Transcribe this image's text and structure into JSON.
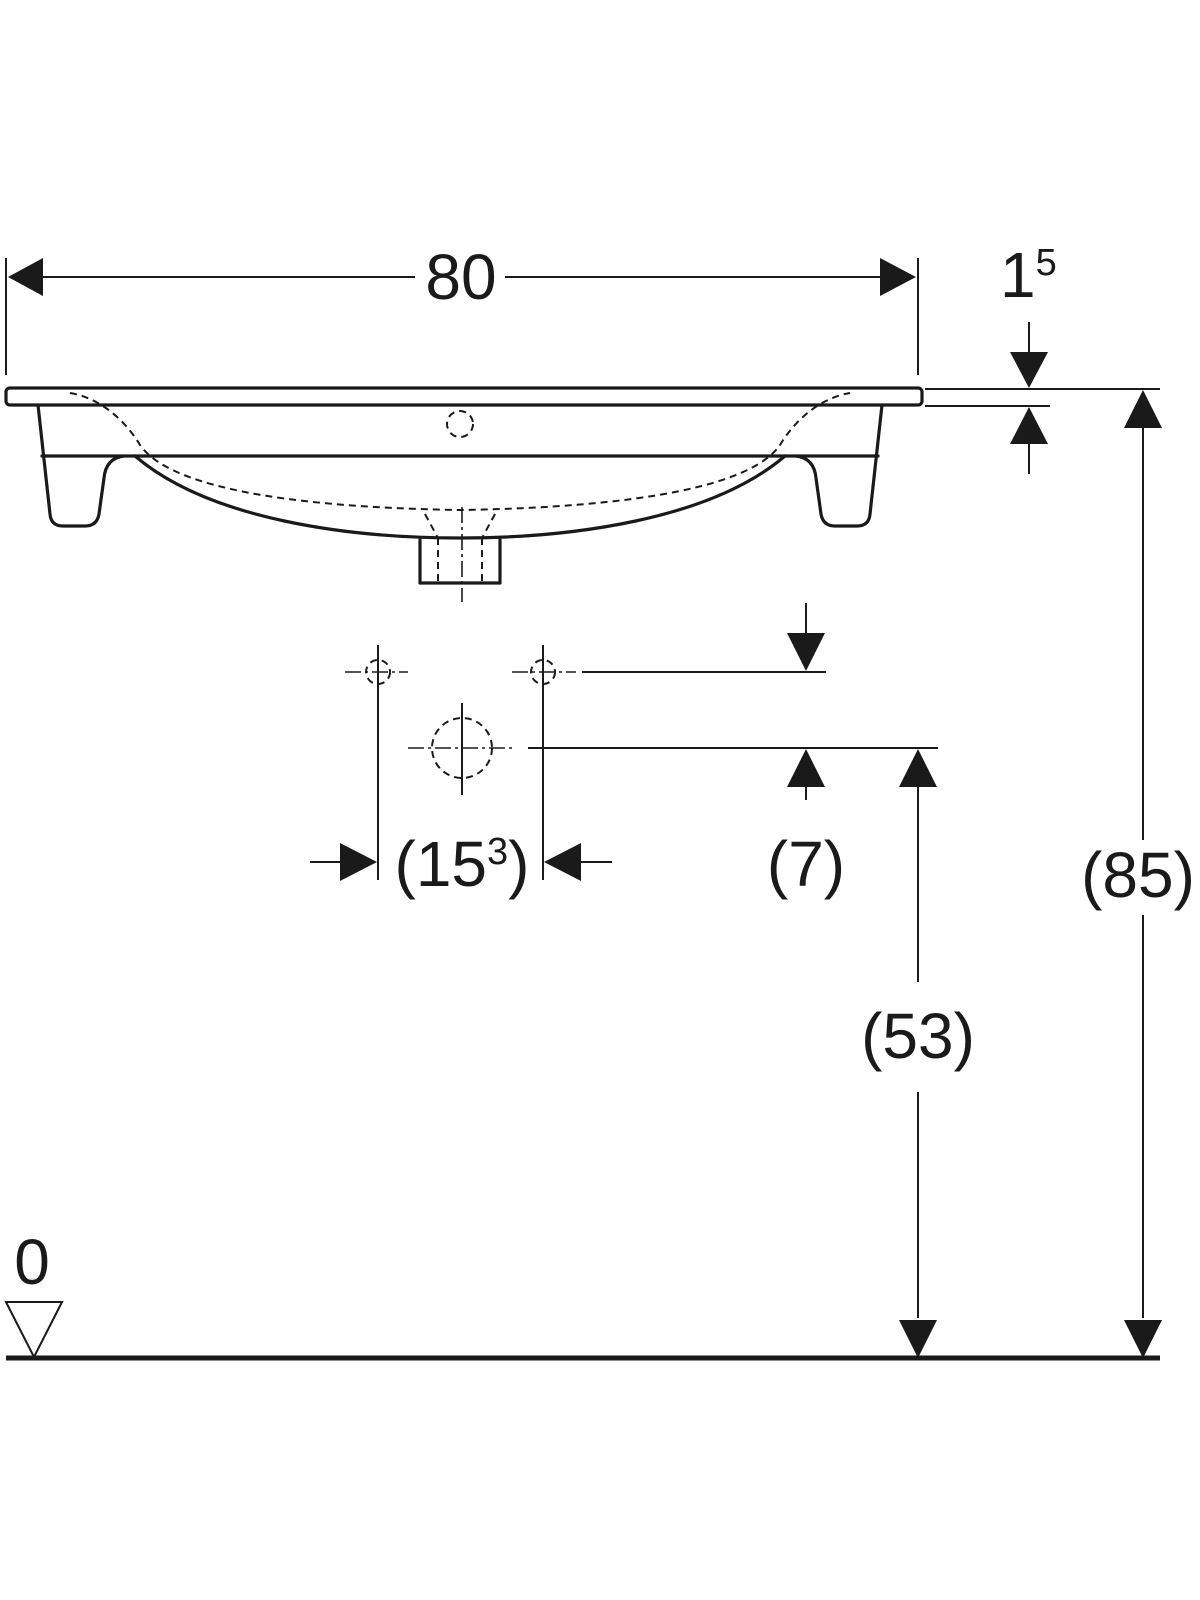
{
  "dimensions": {
    "width": {
      "text": "80"
    },
    "rim": {
      "base": "1",
      "sup": "5"
    },
    "tap_spacing": {
      "open": "(",
      "base": "15",
      "sup": "3",
      "close": ")"
    },
    "tap_offset": {
      "text": "(7)"
    },
    "waste_height": {
      "text": "(53)"
    },
    "total_height": {
      "text": "(85)"
    },
    "floor_level": {
      "text": "0"
    }
  },
  "colors": {
    "line": "#1a1a1a",
    "background": "#ffffff"
  }
}
